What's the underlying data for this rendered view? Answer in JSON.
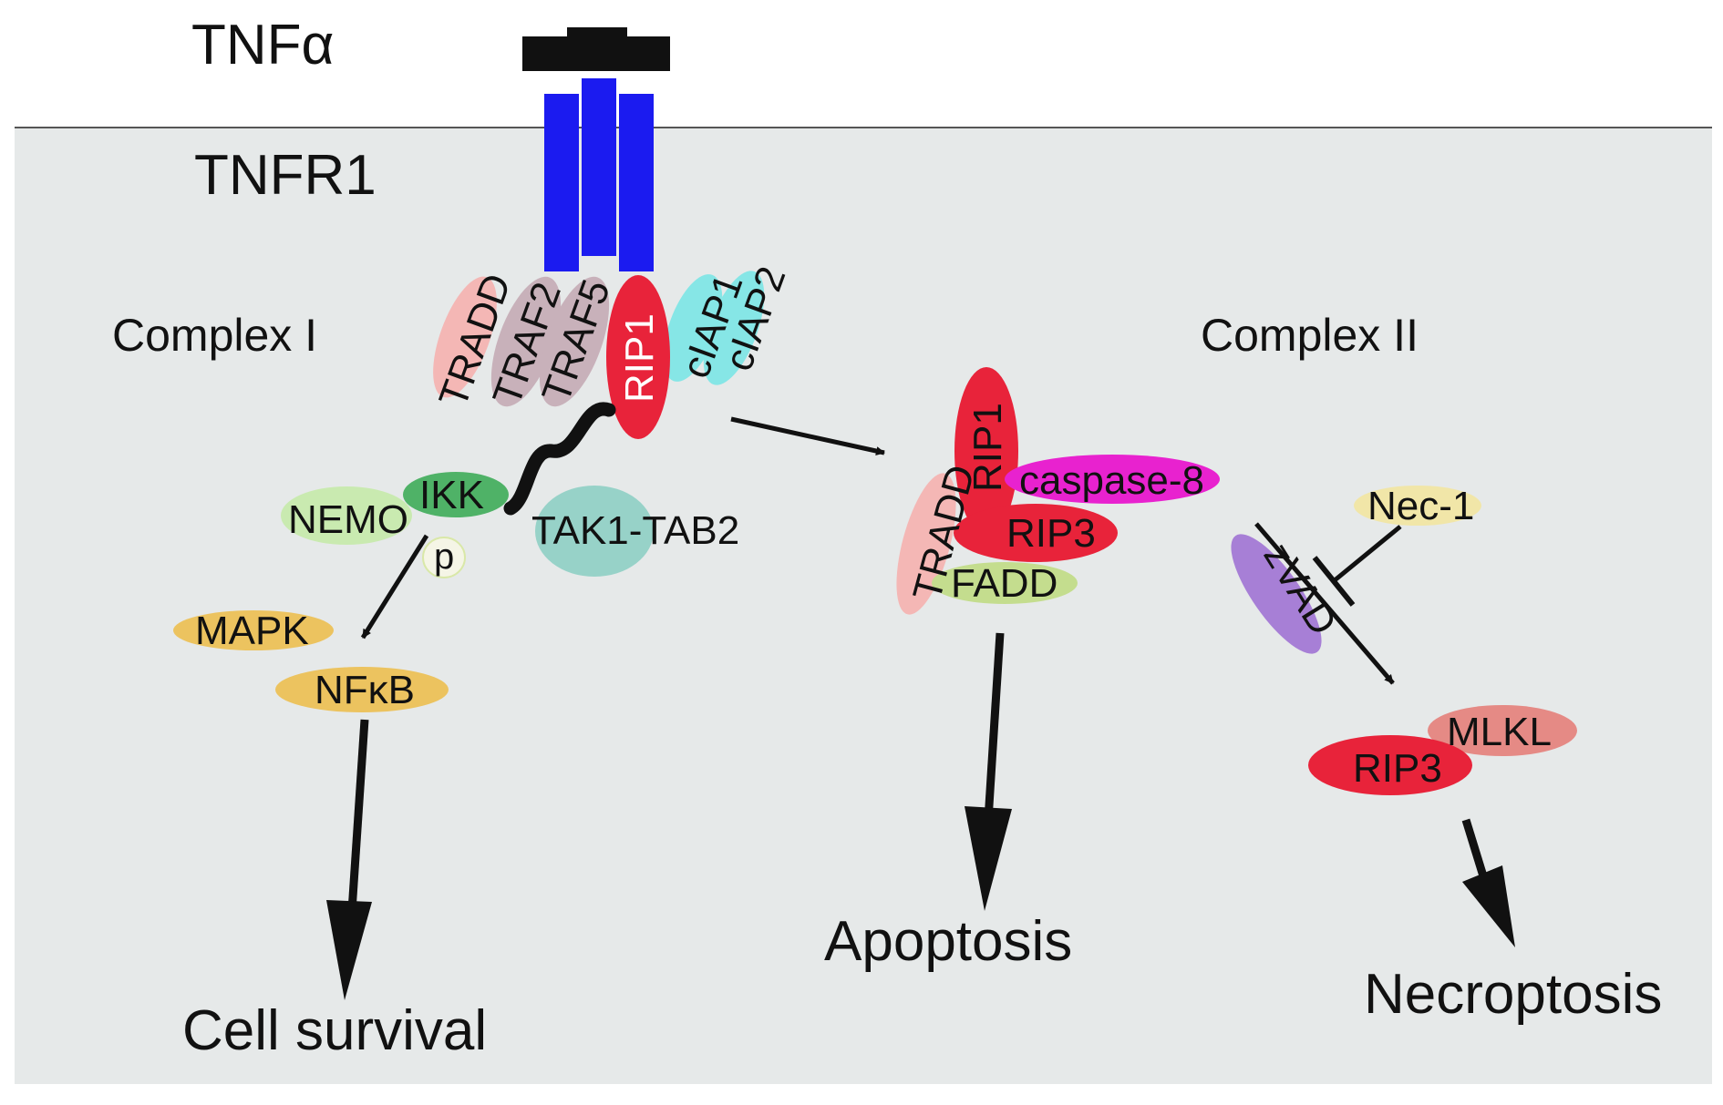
{
  "labels": {
    "tnf_alpha": "TNFα",
    "tnfr1": "TNFR1",
    "complex_1": "Complex I",
    "complex_2": "Complex II",
    "cell_survival": "Cell survival",
    "apoptosis": "Apoptosis",
    "necroptosis": "Necroptosis"
  },
  "complex_1": {
    "tradd": "TRADD",
    "traf2": "TRAF2",
    "traf5": "TRAF5",
    "rip1": "RIP1",
    "ciap1": "cIAP1",
    "ciap2": "cIAP2",
    "nemo": "NEMO",
    "ikk": "IKK",
    "p": "p",
    "tak1_tab2": "TAK1-TAB2",
    "mapk": "MAPK",
    "nfkb": "NFκB"
  },
  "complex_2": {
    "rip1": "RIP1",
    "caspase8": "caspase-8",
    "tradd": "TRADD",
    "rip3": "RIP3",
    "fadd": "FADD"
  },
  "necroptosis_branch": {
    "nec1": "Nec-1",
    "zvad": "zVAD",
    "mlkl": "MLKL",
    "rip3": "RIP3"
  },
  "colors": {
    "cytoplasm": "#e6e9e9",
    "receptor": "#1b1bf0",
    "ligand": "#111111",
    "tradd": "#f4b7b5",
    "traf": "#c8b1ba",
    "rip1": "#e8233a",
    "ciap": "#86e6e6",
    "ikk": "#4fb267",
    "nemo": "#c9eab0",
    "tak1": "#97d2c8",
    "mapk": "#ecc35f",
    "caspase8": "#e822cf",
    "fadd": "#c4dd8e",
    "nec1": "#f1e6a8",
    "zvad": "#a77fd6",
    "mlkl": "#e58a85"
  }
}
